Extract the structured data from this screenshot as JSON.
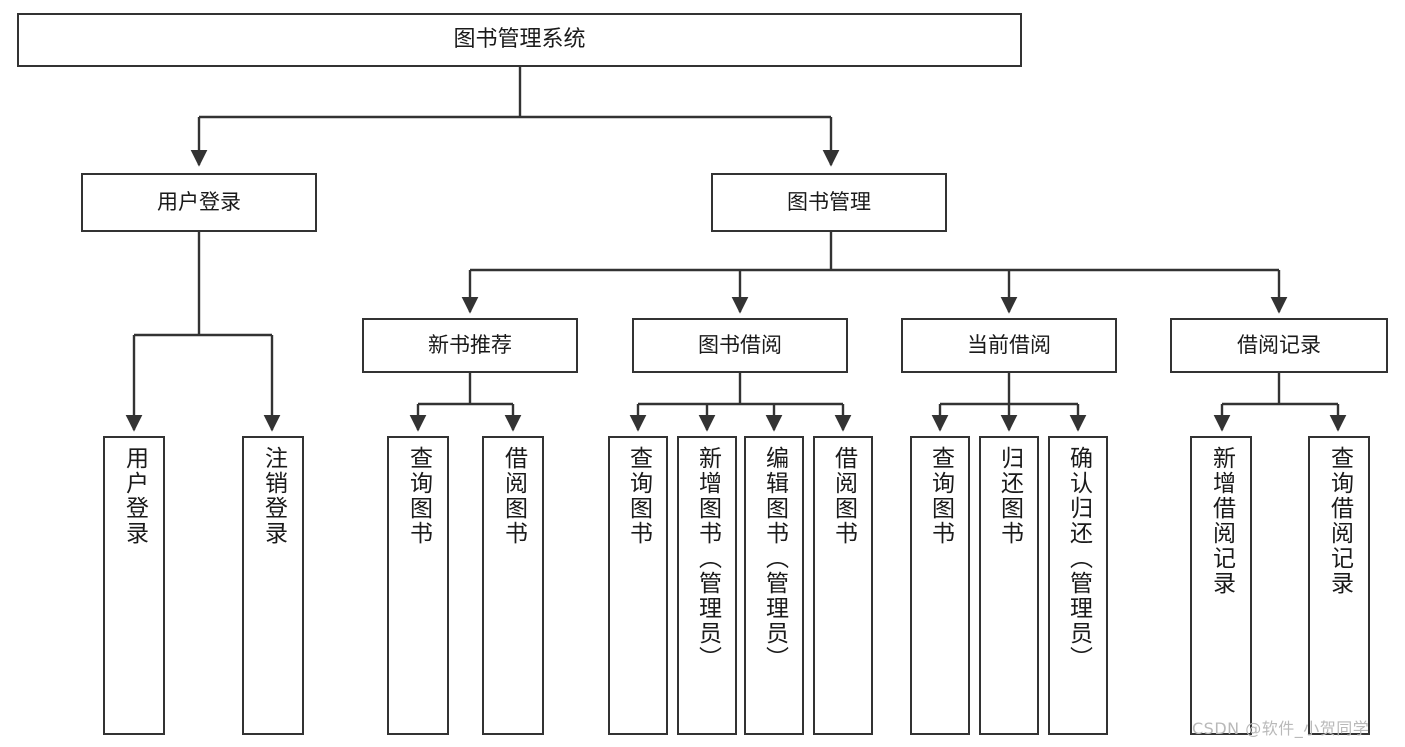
{
  "diagram": {
    "title": "图书管理系统",
    "type": "tree-hierarchy",
    "colors": {
      "box_border": "#333333",
      "box_fill": "#ffffff",
      "edge": "#333333",
      "text": "#1a1a1a",
      "watermark": "#b9b9b9",
      "background": "#ffffff"
    },
    "root": {
      "label": "图书管理系统"
    },
    "level2": [
      {
        "label": "用户登录"
      },
      {
        "label": "图书管理"
      }
    ],
    "level3": [
      {
        "label": "新书推荐"
      },
      {
        "label": "图书借阅"
      },
      {
        "label": "当前借阅"
      },
      {
        "label": "借阅记录"
      }
    ],
    "leaves": {
      "user_login": [
        {
          "label": "用户登录"
        },
        {
          "label": "注销登录"
        }
      ],
      "new_book_recommend": [
        {
          "label": "查询图书"
        },
        {
          "label": "借阅图书"
        }
      ],
      "book_borrow": [
        {
          "label": "查询图书"
        },
        {
          "label": "新增图书（管理员）"
        },
        {
          "label": "编辑图书（管理员）"
        },
        {
          "label": "借阅图书"
        }
      ],
      "current_borrow": [
        {
          "label": "查询图书"
        },
        {
          "label": "归还图书"
        },
        {
          "label": "确认归还（管理员）"
        }
      ],
      "borrow_record": [
        {
          "label": "新增借阅记录"
        },
        {
          "label": "查询借阅记录"
        }
      ]
    }
  },
  "watermark": {
    "text": "CSDN @软件_小贺同学"
  }
}
